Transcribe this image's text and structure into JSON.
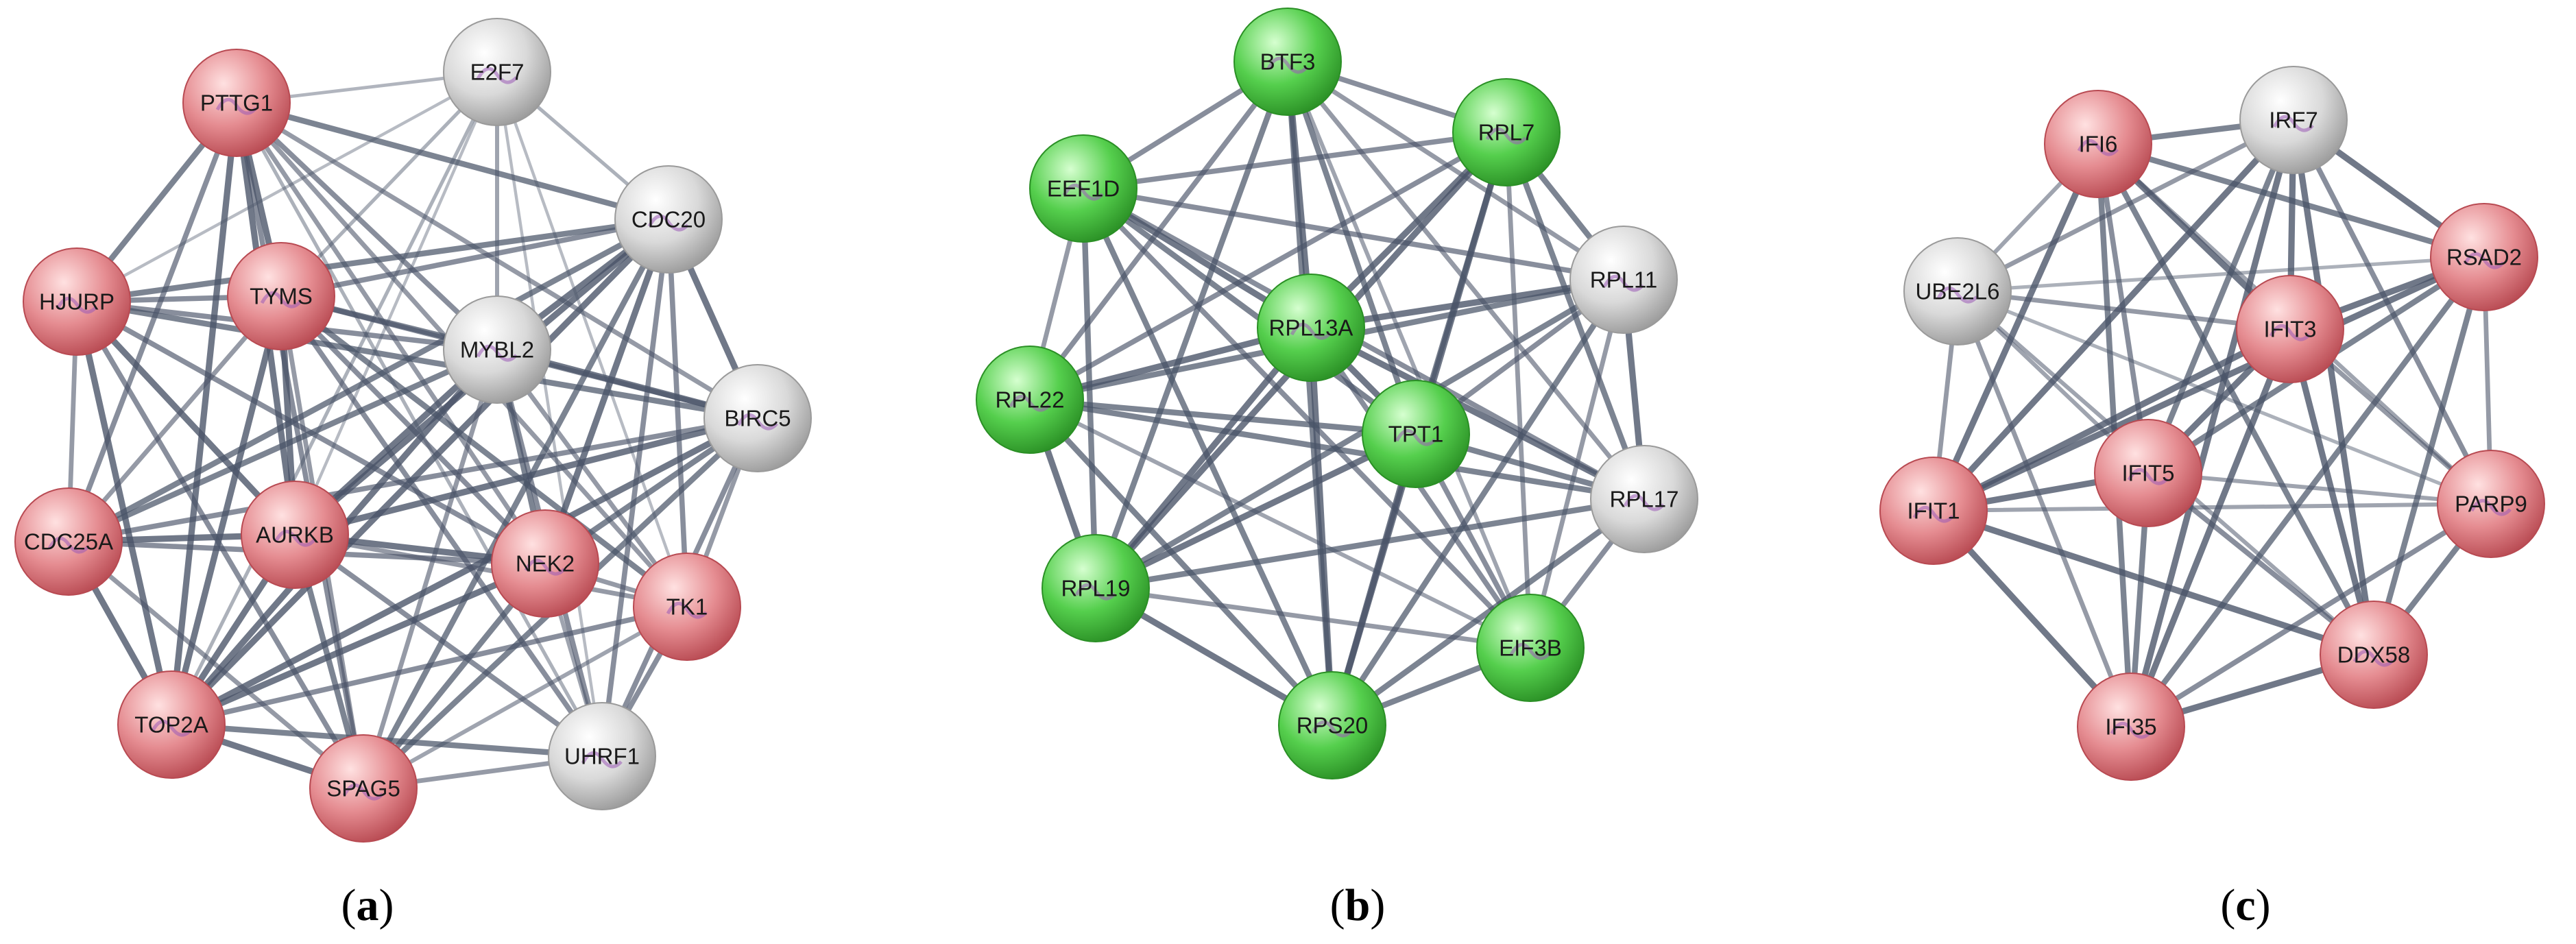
{
  "colors": {
    "red": "#d9737a",
    "green": "#3fbf3f",
    "gray": "#d0d0d0",
    "edge": "#4a5468"
  },
  "panels": [
    {
      "id": "a",
      "caption": {
        "open": "(",
        "letter": "a",
        "close": ")"
      },
      "nodes": [
        {
          "id": "PTTG1",
          "label": "PTTG1",
          "color": "red"
        },
        {
          "id": "E2F7",
          "label": "E2F7",
          "color": "gray"
        },
        {
          "id": "CDC20",
          "label": "CDC20",
          "color": "gray"
        },
        {
          "id": "HJURP",
          "label": "HJURP",
          "color": "red"
        },
        {
          "id": "TYMS",
          "label": "TYMS",
          "color": "red"
        },
        {
          "id": "MYBL2",
          "label": "MYBL2",
          "color": "gray"
        },
        {
          "id": "BIRC5",
          "label": "BIRC5",
          "color": "gray"
        },
        {
          "id": "CDC25A",
          "label": "CDC25A",
          "color": "red"
        },
        {
          "id": "AURKB",
          "label": "AURKB",
          "color": "red"
        },
        {
          "id": "NEK2",
          "label": "NEK2",
          "color": "red"
        },
        {
          "id": "TK1",
          "label": "TK1",
          "color": "red"
        },
        {
          "id": "TOP2A",
          "label": "TOP2A",
          "color": "red"
        },
        {
          "id": "SPAG5",
          "label": "SPAG5",
          "color": "red"
        },
        {
          "id": "UHRF1",
          "label": "UHRF1",
          "color": "gray"
        }
      ],
      "edges": [
        [
          "PTTG1",
          "E2F7",
          0.35
        ],
        [
          "PTTG1",
          "CDC20",
          0.8
        ],
        [
          "PTTG1",
          "HJURP",
          0.8
        ],
        [
          "PTTG1",
          "TYMS",
          0.9
        ],
        [
          "PTTG1",
          "MYBL2",
          0.7
        ],
        [
          "PTTG1",
          "BIRC5",
          0.6
        ],
        [
          "PTTG1",
          "CDC25A",
          0.7
        ],
        [
          "PTTG1",
          "AURKB",
          0.9
        ],
        [
          "PTTG1",
          "NEK2",
          0.6
        ],
        [
          "PTTG1",
          "TK1",
          0.6
        ],
        [
          "PTTG1",
          "TOP2A",
          0.9
        ],
        [
          "PTTG1",
          "SPAG5",
          0.7
        ],
        [
          "PTTG1",
          "UHRF1",
          0.4
        ],
        [
          "E2F7",
          "CDC20",
          0.4
        ],
        [
          "E2F7",
          "HJURP",
          0.3
        ],
        [
          "E2F7",
          "TYMS",
          0.4
        ],
        [
          "E2F7",
          "MYBL2",
          0.5
        ],
        [
          "E2F7",
          "AURKB",
          0.3
        ],
        [
          "E2F7",
          "TOP2A",
          0.4
        ],
        [
          "E2F7",
          "TK1",
          0.3
        ],
        [
          "E2F7",
          "UHRF1",
          0.3
        ],
        [
          "CDC20",
          "HJURP",
          0.8
        ],
        [
          "CDC20",
          "TYMS",
          0.7
        ],
        [
          "CDC20",
          "MYBL2",
          0.9
        ],
        [
          "CDC20",
          "BIRC5",
          0.9
        ],
        [
          "CDC20",
          "CDC25A",
          0.8
        ],
        [
          "CDC20",
          "AURKB",
          0.9
        ],
        [
          "CDC20",
          "NEK2",
          0.9
        ],
        [
          "CDC20",
          "TK1",
          0.7
        ],
        [
          "CDC20",
          "TOP2A",
          0.9
        ],
        [
          "CDC20",
          "SPAG5",
          0.8
        ],
        [
          "CDC20",
          "UHRF1",
          0.7
        ],
        [
          "HJURP",
          "TYMS",
          0.7
        ],
        [
          "HJURP",
          "MYBL2",
          0.7
        ],
        [
          "HJURP",
          "BIRC5",
          0.8
        ],
        [
          "HJURP",
          "CDC25A",
          0.6
        ],
        [
          "HJURP",
          "AURKB",
          0.9
        ],
        [
          "HJURP",
          "NEK2",
          0.7
        ],
        [
          "HJURP",
          "TOP2A",
          0.9
        ],
        [
          "HJURP",
          "SPAG5",
          0.7
        ],
        [
          "TYMS",
          "MYBL2",
          0.8
        ],
        [
          "TYMS",
          "BIRC5",
          0.7
        ],
        [
          "TYMS",
          "CDC25A",
          0.6
        ],
        [
          "TYMS",
          "AURKB",
          0.9
        ],
        [
          "TYMS",
          "NEK2",
          0.7
        ],
        [
          "TYMS",
          "TK1",
          0.8
        ],
        [
          "TYMS",
          "TOP2A",
          0.9
        ],
        [
          "TYMS",
          "SPAG5",
          0.6
        ],
        [
          "TYMS",
          "UHRF1",
          0.7
        ],
        [
          "MYBL2",
          "BIRC5",
          0.9
        ],
        [
          "MYBL2",
          "CDC25A",
          0.8
        ],
        [
          "MYBL2",
          "AURKB",
          0.9
        ],
        [
          "MYBL2",
          "NEK2",
          0.8
        ],
        [
          "MYBL2",
          "TK1",
          0.6
        ],
        [
          "MYBL2",
          "TOP2A",
          0.9
        ],
        [
          "MYBL2",
          "SPAG5",
          0.6
        ],
        [
          "MYBL2",
          "UHRF1",
          0.7
        ],
        [
          "BIRC5",
          "CDC25A",
          0.7
        ],
        [
          "BIRC5",
          "AURKB",
          0.9
        ],
        [
          "BIRC5",
          "NEK2",
          0.8
        ],
        [
          "BIRC5",
          "TK1",
          0.6
        ],
        [
          "BIRC5",
          "TOP2A",
          0.9
        ],
        [
          "BIRC5",
          "SPAG5",
          0.8
        ],
        [
          "BIRC5",
          "UHRF1",
          0.7
        ],
        [
          "CDC25A",
          "AURKB",
          0.9
        ],
        [
          "CDC25A",
          "NEK2",
          0.7
        ],
        [
          "CDC25A",
          "TOP2A",
          0.9
        ],
        [
          "CDC25A",
          "SPAG5",
          0.6
        ],
        [
          "AURKB",
          "NEK2",
          0.9
        ],
        [
          "AURKB",
          "TK1",
          0.6
        ],
        [
          "AURKB",
          "TOP2A",
          0.9
        ],
        [
          "AURKB",
          "SPAG5",
          0.8
        ],
        [
          "AURKB",
          "UHRF1",
          0.7
        ],
        [
          "NEK2",
          "TK1",
          0.6
        ],
        [
          "NEK2",
          "TOP2A",
          0.9
        ],
        [
          "NEK2",
          "SPAG5",
          0.8
        ],
        [
          "NEK2",
          "UHRF1",
          0.5
        ],
        [
          "TK1",
          "TOP2A",
          0.7
        ],
        [
          "TK1",
          "SPAG5",
          0.5
        ],
        [
          "TK1",
          "UHRF1",
          0.7
        ],
        [
          "TOP2A",
          "SPAG5",
          0.9
        ],
        [
          "TOP2A",
          "UHRF1",
          0.8
        ],
        [
          "SPAG5",
          "UHRF1",
          0.6
        ]
      ]
    },
    {
      "id": "b",
      "caption": {
        "open": "(",
        "letter": "b",
        "close": ")"
      },
      "nodes": [
        {
          "id": "BTF3",
          "label": "BTF3",
          "color": "green"
        },
        {
          "id": "RPL7",
          "label": "RPL7",
          "color": "green"
        },
        {
          "id": "EEF1D",
          "label": "EEF1D",
          "color": "green"
        },
        {
          "id": "RPL11",
          "label": "RPL11",
          "color": "gray"
        },
        {
          "id": "RPL13A",
          "label": "RPL13A",
          "color": "green"
        },
        {
          "id": "RPL22",
          "label": "RPL22",
          "color": "green"
        },
        {
          "id": "TPT1",
          "label": "TPT1",
          "color": "green"
        },
        {
          "id": "RPL17",
          "label": "RPL17",
          "color": "gray"
        },
        {
          "id": "RPL19",
          "label": "RPL19",
          "color": "green"
        },
        {
          "id": "EIF3B",
          "label": "EIF3B",
          "color": "green"
        },
        {
          "id": "RPS20",
          "label": "RPS20",
          "color": "green"
        }
      ],
      "edges": [
        [
          "BTF3",
          "RPL7",
          0.7
        ],
        [
          "BTF3",
          "EEF1D",
          0.7
        ],
        [
          "BTF3",
          "RPL11",
          0.6
        ],
        [
          "BTF3",
          "RPL13A",
          0.9
        ],
        [
          "BTF3",
          "RPL22",
          0.7
        ],
        [
          "BTF3",
          "TPT1",
          0.8
        ],
        [
          "BTF3",
          "RPL17",
          0.6
        ],
        [
          "BTF3",
          "RPL19",
          0.8
        ],
        [
          "BTF3",
          "EIF3B",
          0.5
        ],
        [
          "BTF3",
          "RPS20",
          0.8
        ],
        [
          "RPL7",
          "EEF1D",
          0.7
        ],
        [
          "RPL7",
          "RPL11",
          0.8
        ],
        [
          "RPL7",
          "RPL13A",
          0.9
        ],
        [
          "RPL7",
          "RPL22",
          0.7
        ],
        [
          "RPL7",
          "TPT1",
          0.8
        ],
        [
          "RPL7",
          "RPL17",
          0.8
        ],
        [
          "RPL7",
          "RPL19",
          0.9
        ],
        [
          "RPL7",
          "EIF3B",
          0.6
        ],
        [
          "RPL7",
          "RPS20",
          0.9
        ],
        [
          "EEF1D",
          "RPL11",
          0.7
        ],
        [
          "EEF1D",
          "RPL13A",
          0.9
        ],
        [
          "EEF1D",
          "RPL22",
          0.6
        ],
        [
          "EEF1D",
          "TPT1",
          0.8
        ],
        [
          "EEF1D",
          "RPL17",
          0.7
        ],
        [
          "EEF1D",
          "RPL19",
          0.8
        ],
        [
          "EEF1D",
          "EIF3B",
          0.7
        ],
        [
          "EEF1D",
          "RPS20",
          0.8
        ],
        [
          "RPL11",
          "RPL13A",
          0.9
        ],
        [
          "RPL11",
          "RPL22",
          0.8
        ],
        [
          "RPL11",
          "TPT1",
          0.7
        ],
        [
          "RPL11",
          "RPL17",
          0.9
        ],
        [
          "RPL11",
          "RPL19",
          0.8
        ],
        [
          "RPL11",
          "EIF3B",
          0.6
        ],
        [
          "RPL11",
          "RPS20",
          0.8
        ],
        [
          "RPL13A",
          "RPL22",
          0.9
        ],
        [
          "RPL13A",
          "TPT1",
          0.9
        ],
        [
          "RPL13A",
          "RPL17",
          0.9
        ],
        [
          "RPL13A",
          "RPL19",
          0.9
        ],
        [
          "RPL13A",
          "EIF3B",
          0.7
        ],
        [
          "RPL13A",
          "RPS20",
          0.9
        ],
        [
          "RPL22",
          "TPT1",
          0.8
        ],
        [
          "RPL22",
          "RPL17",
          0.8
        ],
        [
          "RPL22",
          "RPL19",
          0.9
        ],
        [
          "RPL22",
          "EIF3B",
          0.5
        ],
        [
          "RPL22",
          "RPS20",
          0.8
        ],
        [
          "TPT1",
          "RPL17",
          0.8
        ],
        [
          "TPT1",
          "RPL19",
          0.9
        ],
        [
          "TPT1",
          "EIF3B",
          0.7
        ],
        [
          "TPT1",
          "RPS20",
          0.9
        ],
        [
          "RPL17",
          "RPL19",
          0.8
        ],
        [
          "RPL17",
          "EIF3B",
          0.7
        ],
        [
          "RPL17",
          "RPS20",
          0.8
        ],
        [
          "RPL19",
          "EIF3B",
          0.6
        ],
        [
          "RPL19",
          "RPS20",
          0.9
        ],
        [
          "EIF3B",
          "RPS20",
          0.8
        ]
      ]
    },
    {
      "id": "c",
      "caption": {
        "open": "(",
        "letter": "c",
        "close": ")"
      },
      "nodes": [
        {
          "id": "IFI6",
          "label": "IFI6",
          "color": "red"
        },
        {
          "id": "IRF7",
          "label": "IRF7",
          "color": "gray"
        },
        {
          "id": "UBE2L6",
          "label": "UBE2L6",
          "color": "gray"
        },
        {
          "id": "RSAD2",
          "label": "RSAD2",
          "color": "red"
        },
        {
          "id": "IFIT3",
          "label": "IFIT3",
          "color": "red"
        },
        {
          "id": "IFIT5",
          "label": "IFIT5",
          "color": "red"
        },
        {
          "id": "IFIT1",
          "label": "IFIT1",
          "color": "red"
        },
        {
          "id": "PARP9",
          "label": "PARP9",
          "color": "red"
        },
        {
          "id": "DDX58",
          "label": "DDX58",
          "color": "red"
        },
        {
          "id": "IFI35",
          "label": "IFI35",
          "color": "red"
        }
      ],
      "edges": [
        [
          "IFI6",
          "IRF7",
          0.8
        ],
        [
          "IFI6",
          "UBE2L6",
          0.5
        ],
        [
          "IFI6",
          "RSAD2",
          0.8
        ],
        [
          "IFI6",
          "IFIT3",
          0.9
        ],
        [
          "IFI6",
          "IFIT5",
          0.7
        ],
        [
          "IFI6",
          "IFIT1",
          0.9
        ],
        [
          "IFI6",
          "PARP9",
          0.5
        ],
        [
          "IFI6",
          "DDX58",
          0.8
        ],
        [
          "IFI6",
          "IFI35",
          0.8
        ],
        [
          "IRF7",
          "UBE2L6",
          0.6
        ],
        [
          "IRF7",
          "RSAD2",
          0.9
        ],
        [
          "IRF7",
          "IFIT3",
          0.9
        ],
        [
          "IRF7",
          "IFIT5",
          0.8
        ],
        [
          "IRF7",
          "IFIT1",
          0.9
        ],
        [
          "IRF7",
          "PARP9",
          0.7
        ],
        [
          "IRF7",
          "DDX58",
          0.9
        ],
        [
          "IRF7",
          "IFI35",
          0.9
        ],
        [
          "UBE2L6",
          "RSAD2",
          0.4
        ],
        [
          "UBE2L6",
          "IFIT3",
          0.6
        ],
        [
          "UBE2L6",
          "IFIT5",
          0.5
        ],
        [
          "UBE2L6",
          "IFIT1",
          0.6
        ],
        [
          "UBE2L6",
          "PARP9",
          0.4
        ],
        [
          "UBE2L6",
          "DDX58",
          0.5
        ],
        [
          "UBE2L6",
          "IFI35",
          0.6
        ],
        [
          "RSAD2",
          "IFIT3",
          0.9
        ],
        [
          "RSAD2",
          "IFIT5",
          0.8
        ],
        [
          "RSAD2",
          "IFIT1",
          0.9
        ],
        [
          "RSAD2",
          "PARP9",
          0.6
        ],
        [
          "RSAD2",
          "DDX58",
          0.8
        ],
        [
          "RSAD2",
          "IFI35",
          0.8
        ],
        [
          "IFIT3",
          "IFIT5",
          0.9
        ],
        [
          "IFIT3",
          "IFIT1",
          0.9
        ],
        [
          "IFIT3",
          "PARP9",
          0.6
        ],
        [
          "IFIT3",
          "DDX58",
          0.9
        ],
        [
          "IFIT3",
          "IFI35",
          0.9
        ],
        [
          "IFIT5",
          "IFIT1",
          0.9
        ],
        [
          "IFIT5",
          "PARP9",
          0.5
        ],
        [
          "IFIT5",
          "DDX58",
          0.7
        ],
        [
          "IFIT5",
          "IFI35",
          0.8
        ],
        [
          "IFIT1",
          "PARP9",
          0.5
        ],
        [
          "IFIT1",
          "DDX58",
          0.9
        ],
        [
          "IFIT1",
          "IFI35",
          0.9
        ],
        [
          "PARP9",
          "DDX58",
          0.8
        ],
        [
          "PARP9",
          "IFI35",
          0.7
        ],
        [
          "DDX58",
          "IFI35",
          0.9
        ]
      ]
    }
  ]
}
